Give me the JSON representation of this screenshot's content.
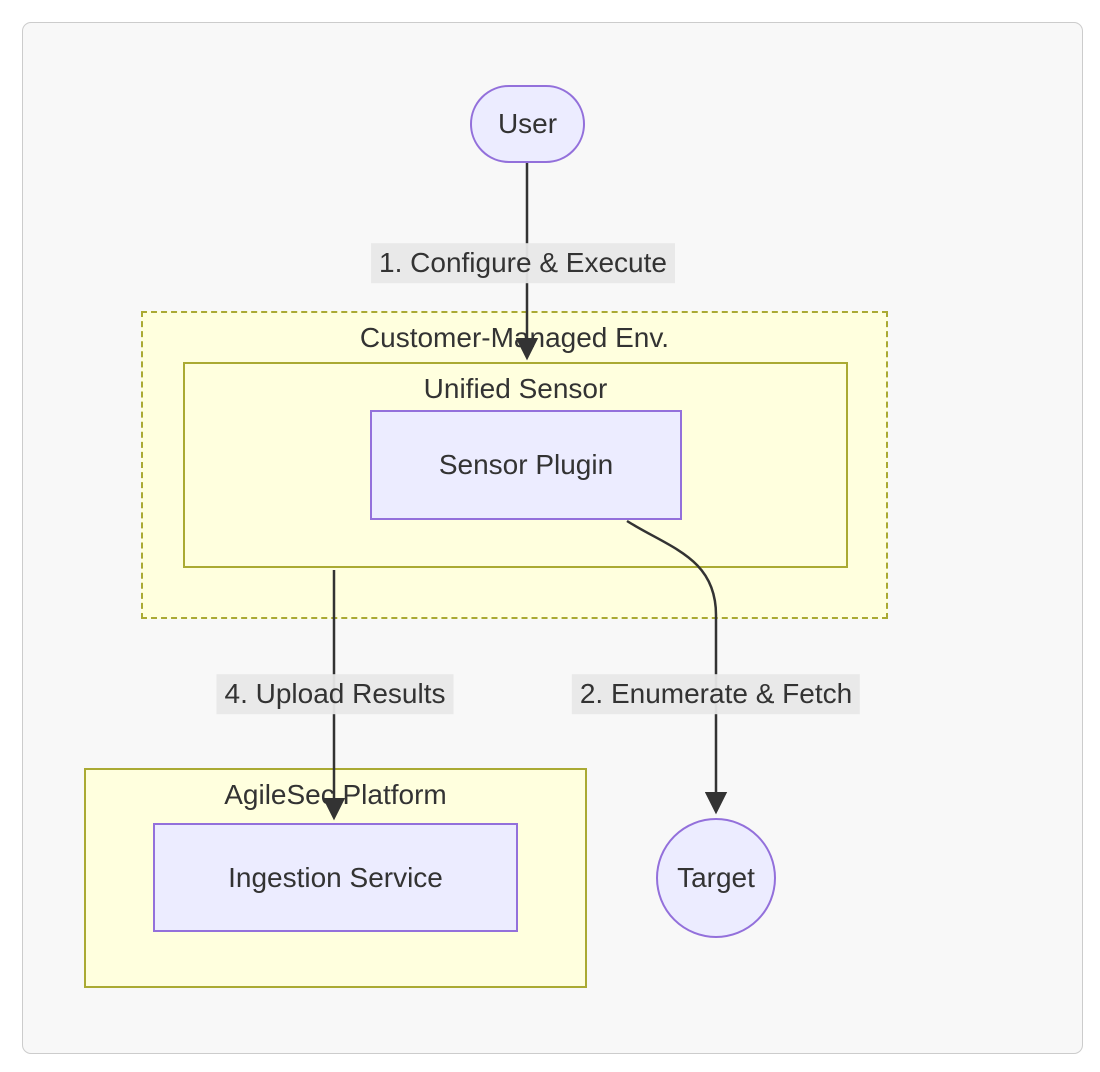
{
  "diagram": {
    "type": "flowchart",
    "nodes": {
      "user": {
        "label": "User",
        "shape": "stadium"
      },
      "sensor_plugin": {
        "label": "Sensor Plugin",
        "shape": "rect"
      },
      "ingestion_service": {
        "label": "Ingestion Service",
        "shape": "rect"
      },
      "target": {
        "label": "Target",
        "shape": "circle"
      }
    },
    "containers": {
      "customer_env": {
        "label": "Customer-Managed Env.",
        "style": "dashed"
      },
      "unified_sensor": {
        "label": "Unified Sensor",
        "style": "solid"
      },
      "agilesec_platform": {
        "label": "AgileSec Platform",
        "style": "solid"
      }
    },
    "edges": [
      {
        "from": "User",
        "to": "Unified Sensor",
        "label": "1. Configure & Execute"
      },
      {
        "from": "Sensor Plugin",
        "to": "Target",
        "label": "2. Enumerate & Fetch"
      },
      {
        "from": "Unified Sensor",
        "to": "Ingestion Service",
        "label": "4. Upload Results"
      }
    ],
    "colors": {
      "node_fill": "#ececff",
      "node_border": "#9370db",
      "container_fill": "#ffffde",
      "container_border": "#aaaa33",
      "edge_stroke": "#333333",
      "edge_label_bg": "#e8e8e8",
      "text": "#333333",
      "panel_bg": "#f8f8f8",
      "panel_border": "#cccccc"
    }
  }
}
